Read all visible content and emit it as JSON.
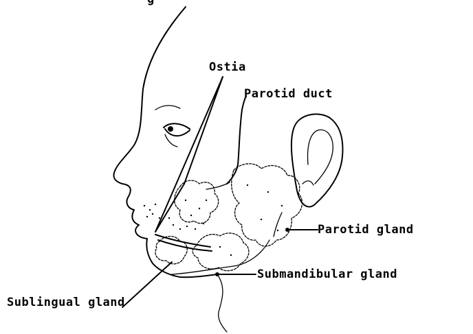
{
  "header_fragment": "g",
  "labels": {
    "ostia": "Ostia",
    "parotid_duct": "Parotid duct",
    "parotid_gland": "Parotid gland",
    "submandibular_gland": "Submandibular gland",
    "sublingual_gland": "Sublingual gland"
  },
  "colors": {
    "ink": "#000000",
    "background": "#ffffff"
  }
}
